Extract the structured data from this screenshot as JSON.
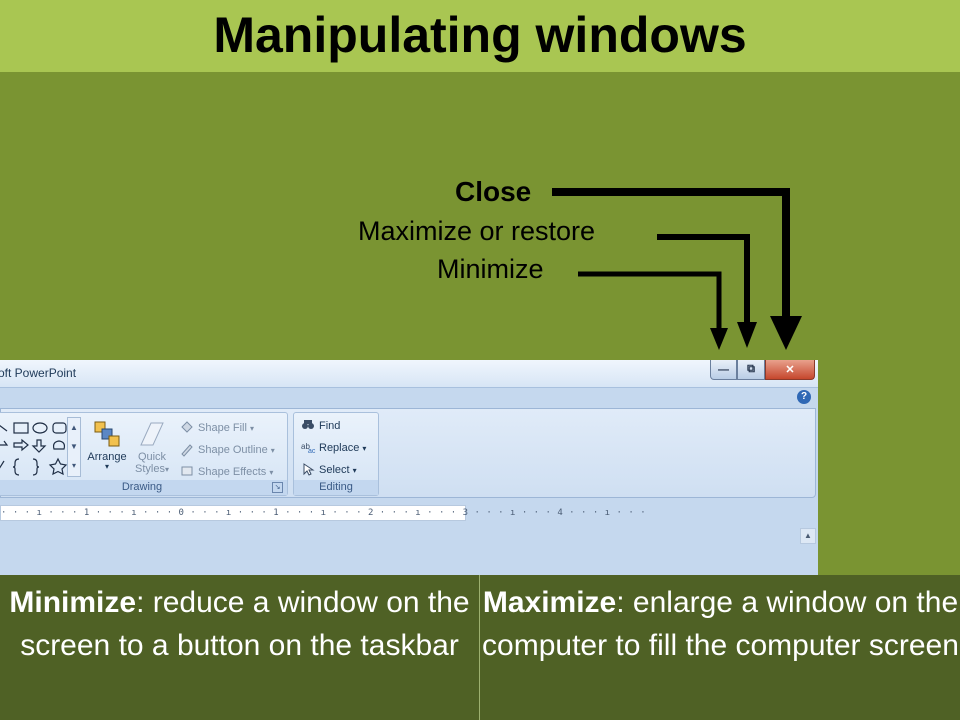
{
  "slide": {
    "title": "Manipulating windows"
  },
  "callouts": {
    "close": "Close",
    "maximize_restore": "Maximize or restore",
    "minimize": "Minimize"
  },
  "window": {
    "title_text": "oft PowerPoint",
    "controls": {
      "minimize": "—",
      "restore": "⧉",
      "close": "✕"
    },
    "help": "?",
    "groups": {
      "drawing": {
        "label": "Drawing",
        "arrange_label": "Arrange",
        "arrange_arrow": "▾",
        "quick_styles_label": "Quick",
        "quick_styles_label2": "Styles",
        "quick_styles_arrow": "▾",
        "shape_fill": "Shape Fill",
        "shape_outline": "Shape Outline",
        "shape_effects": "Shape Effects",
        "dropdown_arrow": "▾",
        "launcher": "↘"
      },
      "editing": {
        "label": "Editing",
        "find": "Find",
        "replace": "Replace",
        "select": "Select",
        "dropdown_arrow": "▾"
      }
    },
    "ruler_text": "· · · ı · · · 1 · · · ı · · · 0 · · · ı · · · 1 · · · ı · · · 2 · · · ı · · · 3 · · · ı · · · 4 · · · ı · · ·",
    "scroll_up": "▲"
  },
  "definitions": {
    "minimize": {
      "term": "Minimize",
      "text": ": reduce a window on the screen to a button on the taskbar"
    },
    "maximize": {
      "term": "Maximize",
      "text": ": enlarge a window on the computer to fill the computer screen"
    }
  },
  "colors": {
    "background": "#7a9432",
    "title_band": "#a9c652",
    "definitions_band": "#4f6125",
    "close_button": "#c5472d"
  }
}
